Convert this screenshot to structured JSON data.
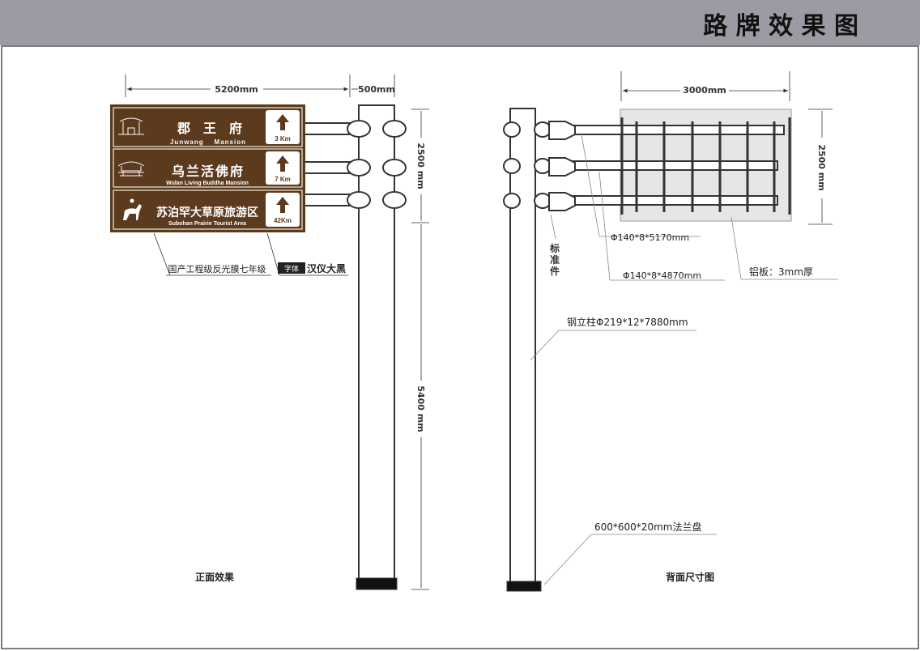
{
  "title": "路 牌 效 果 图",
  "front": {
    "caption": "正面效果",
    "width_dim": "5200mm",
    "arm_dim": "500mm",
    "sign_height_dim": "2500 mm",
    "pole_height_dim": "5400 mm",
    "film_note": "国产工程级反光膜七年级",
    "font_badge": "字体",
    "font_note": "汉仪大黑",
    "signs": [
      {
        "cn": "郡　王　府",
        "en": "Junwang    Mansion",
        "distance": "3 Km",
        "icon": "palace-gate-icon"
      },
      {
        "cn": "乌兰活佛府",
        "en": "Wulan Living Buddha Mansion",
        "distance": "7 Km",
        "icon": "temple-icon"
      },
      {
        "cn": "苏泊罕大草原旅游区",
        "en": "Subohan Prairie Tourist Area",
        "distance": "42Km",
        "icon": "horse-rider-icon"
      }
    ],
    "colors": {
      "sign": "#5b3a1e",
      "frame": "#f2ead8"
    }
  },
  "back": {
    "caption": "背面尺寸图",
    "width_dim": "3000mm",
    "height_dim": "2500 mm",
    "standard_part": "标准件",
    "pipe1": "Φ140*8*5170mm",
    "pipe2": "Φ140*8*4870mm",
    "plate": "铝板：3mm厚",
    "pole": "钢立柱Φ219*12*7880mm",
    "flange": "600*600*20mm法兰盘"
  }
}
